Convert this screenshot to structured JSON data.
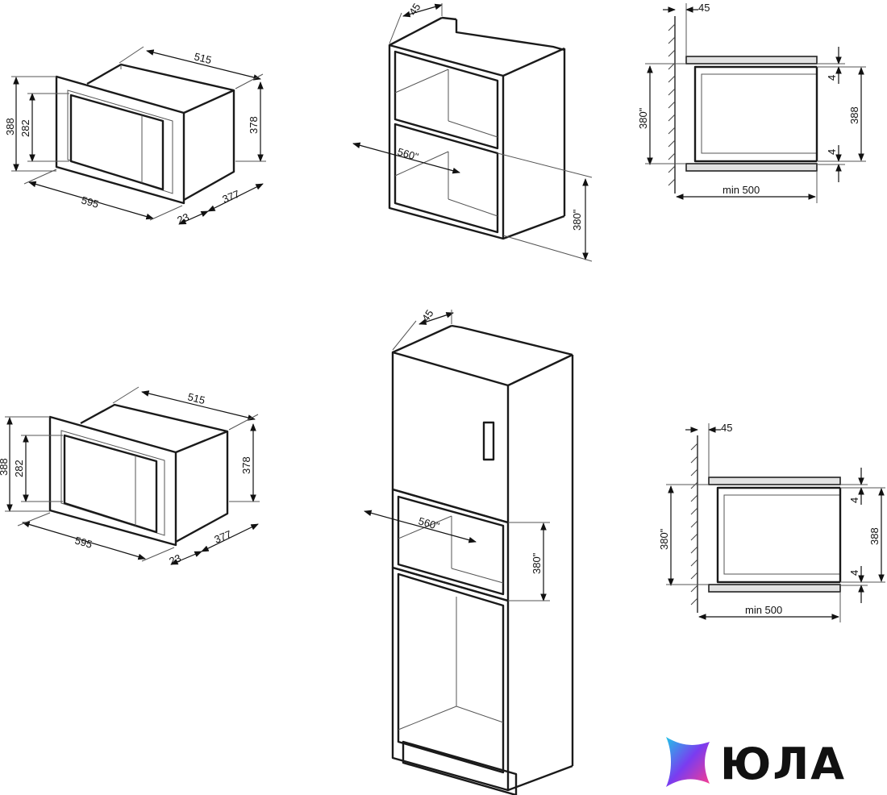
{
  "brand": {
    "name": "ЮЛА"
  },
  "views": {
    "microwave_top": {
      "width": "595",
      "depth": "515",
      "height_total": "388",
      "height_inner": "282",
      "height_body": "378",
      "body_depth": "377",
      "frame_depth": "23"
    },
    "cabinet_top": {
      "clearance": "45",
      "niche_width": "560\"",
      "niche_height": "380\""
    },
    "section_top": {
      "clearance": "45",
      "gap_top": "4",
      "gap_bottom": "4",
      "niche_height": "380\"",
      "height_total": "388",
      "min_depth": "min 500"
    },
    "microwave_bottom": {
      "width": "595",
      "depth": "515",
      "height_total": "388",
      "height_inner": "282",
      "height_body": "378",
      "body_depth": "377",
      "frame_depth": "23"
    },
    "tall_cabinet": {
      "clearance": "45",
      "niche_width": "560\"",
      "niche_height": "380\""
    },
    "section_bottom": {
      "clearance": "45",
      "gap_top": "4",
      "gap_bottom": "4",
      "niche_height": "380\"",
      "height_total": "388",
      "min_depth": "min 500"
    }
  },
  "colors": {
    "line": "#1a1a1a",
    "shelf": "#e2e2e2",
    "logo_a": "#21c4e8",
    "logo_b": "#7a3cf0",
    "logo_c": "#ff3d8b"
  }
}
